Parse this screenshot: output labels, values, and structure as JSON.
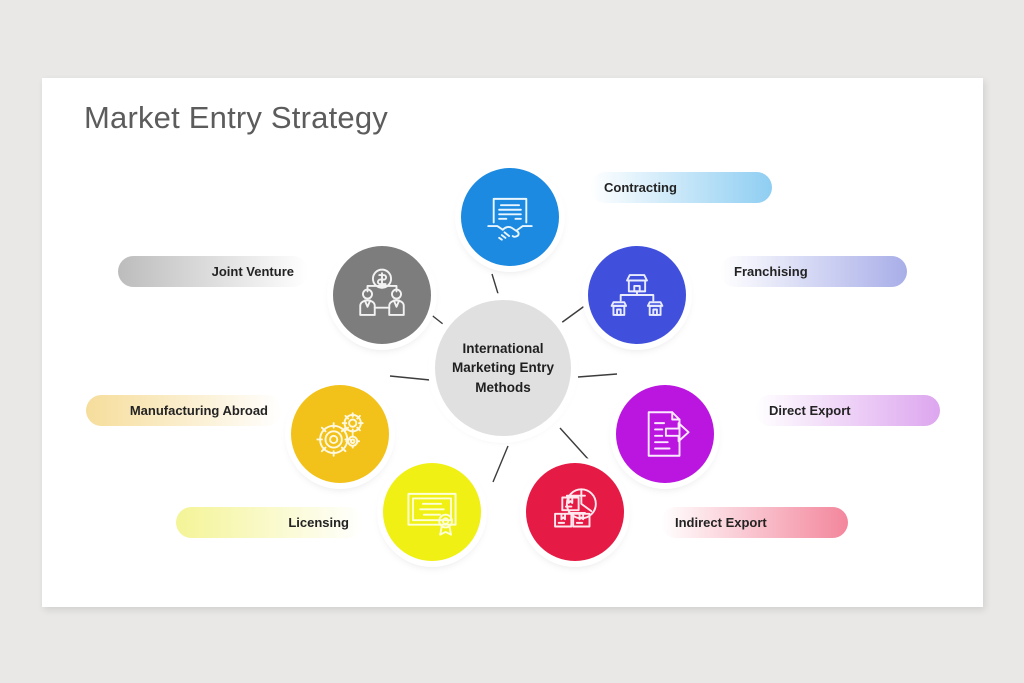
{
  "slide": {
    "title": "Market Entry Strategy",
    "background_color": "#e9e8e6",
    "card_color": "#ffffff"
  },
  "hub": {
    "label": "International\nMarketing Entry\nMethods",
    "color": "#e0e0e0",
    "text_color": "#1f1f1f"
  },
  "nodes": [
    {
      "id": "contracting",
      "label": "Contracting",
      "icon": "contract-handshake-icon",
      "color": "#1b8ae0",
      "pill_color": "#8fcef2",
      "side": "right"
    },
    {
      "id": "franchising",
      "label": "Franchising",
      "icon": "franchise-stores-icon",
      "color": "#4050dd",
      "pill_color": "#a8aee8",
      "side": "right"
    },
    {
      "id": "direct-export",
      "label": "Direct Export",
      "icon": "document-export-arrow-icon",
      "color": "#bb15e0",
      "pill_color": "#dda6ef",
      "side": "right"
    },
    {
      "id": "indirect-export",
      "label": "Indirect Export",
      "icon": "boxes-globe-icon",
      "color": "#e51a45",
      "pill_color": "#f3869c",
      "side": "right"
    },
    {
      "id": "licensing",
      "label": "Licensing",
      "icon": "certificate-seal-icon",
      "color": "#f0f015",
      "pill_color": "#f4f497",
      "side": "left"
    },
    {
      "id": "manufacturing-abroad",
      "label": "Manufacturing Abroad",
      "icon": "gears-icon",
      "color": "#f2c21a",
      "pill_color": "#f6dd9b",
      "side": "left"
    },
    {
      "id": "joint-venture",
      "label": "Joint Venture",
      "icon": "partners-money-icon",
      "color": "#7d7d7d",
      "pill_color": "#bcbcbc",
      "side": "left"
    }
  ]
}
